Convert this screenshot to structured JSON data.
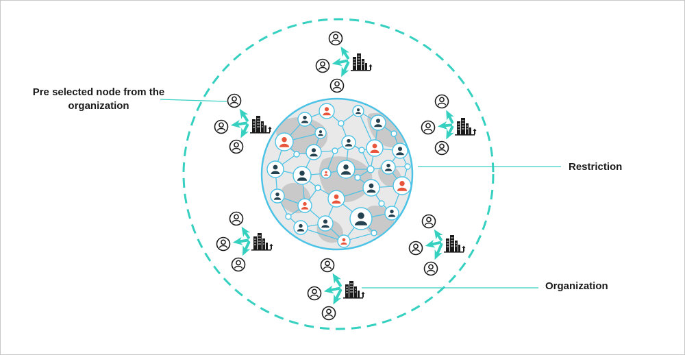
{
  "labels": {
    "preselected": "Pre selected node from the organization",
    "restriction": "Restriction",
    "organization": "Organization"
  },
  "colors": {
    "teal": "#35d0c0",
    "network_line": "#4cc3e6",
    "node_dark": "#24414f",
    "node_highlight": "#e8553a",
    "globe_fill": "#e9e9e9",
    "globe_land": "#c9c9c9",
    "icon_stroke": "#1a1a1a"
  },
  "icons": {
    "person": "user-outline-icon",
    "building": "office-building-icon",
    "arrow": "teal-arrow-icon"
  },
  "diagram": {
    "organization_clusters": 6,
    "persons_per_cluster": 3,
    "network_highlighted_nodes": 7
  }
}
